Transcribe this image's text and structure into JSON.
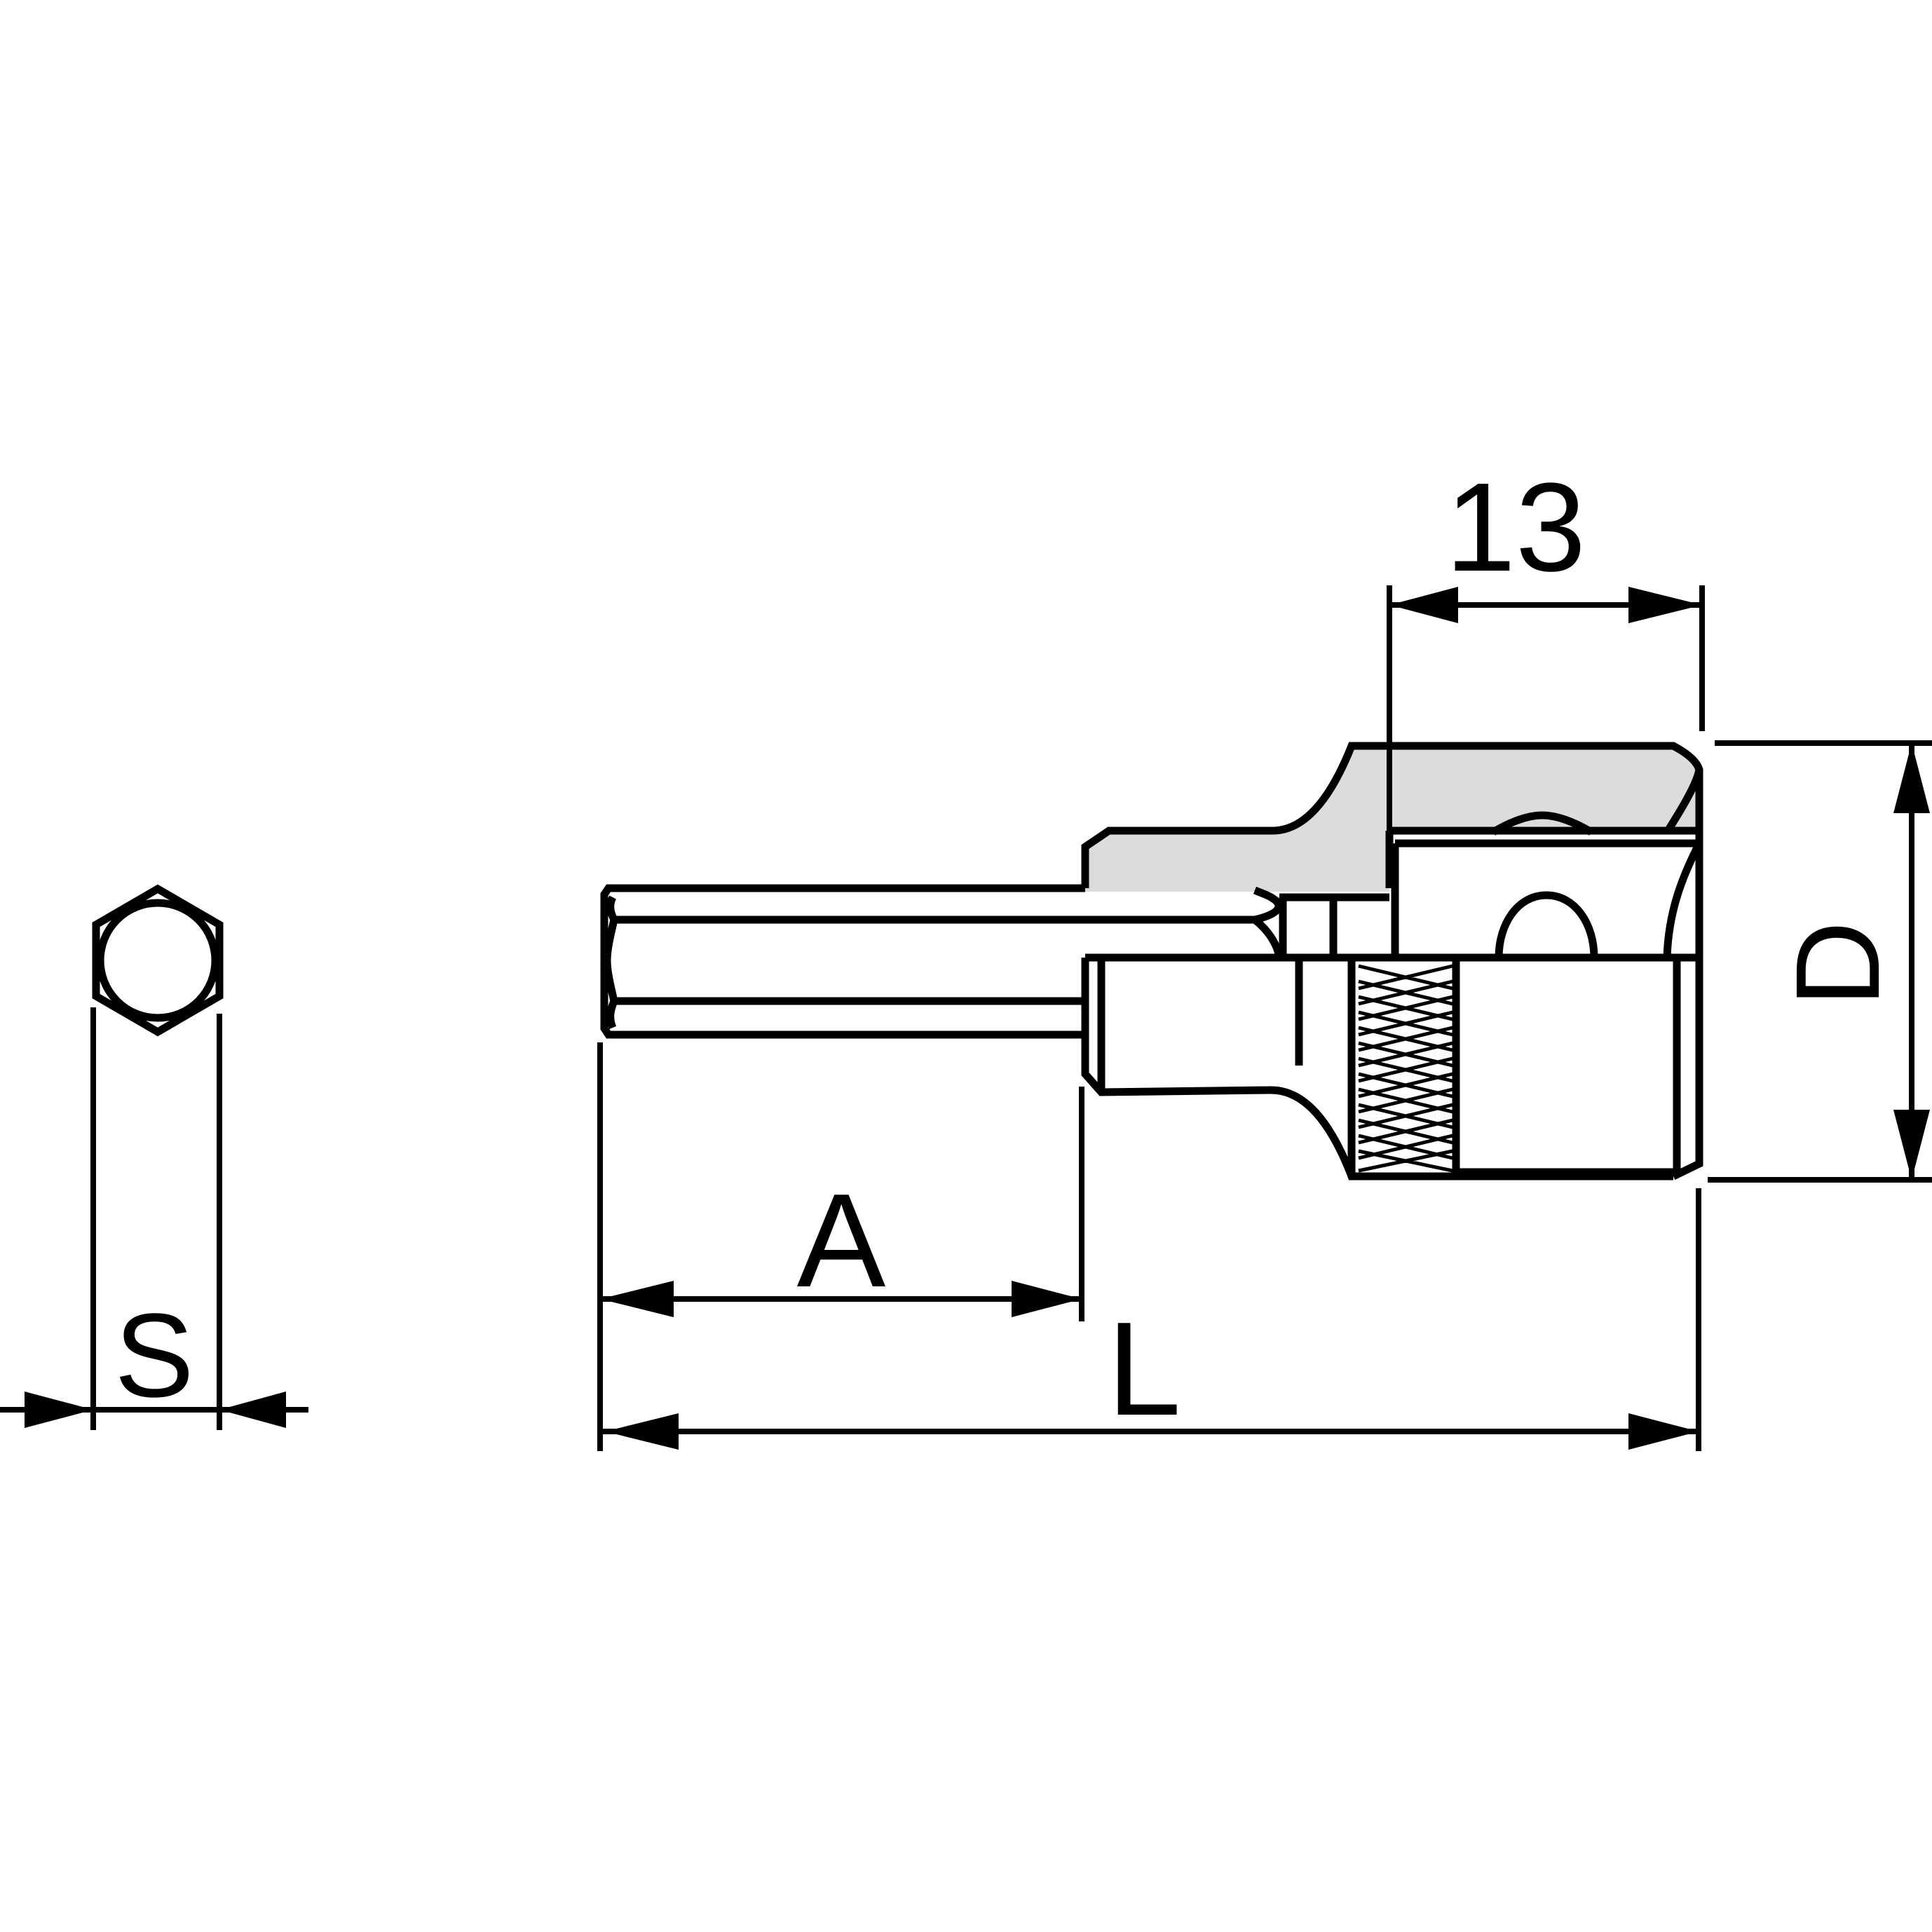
{
  "labels": {
    "s": "S",
    "a": "A",
    "l": "L",
    "d": "D",
    "thirteen": "13"
  },
  "colors": {
    "line": "#000000",
    "shade": "#dcdcdc",
    "background": "#ffffff"
  }
}
